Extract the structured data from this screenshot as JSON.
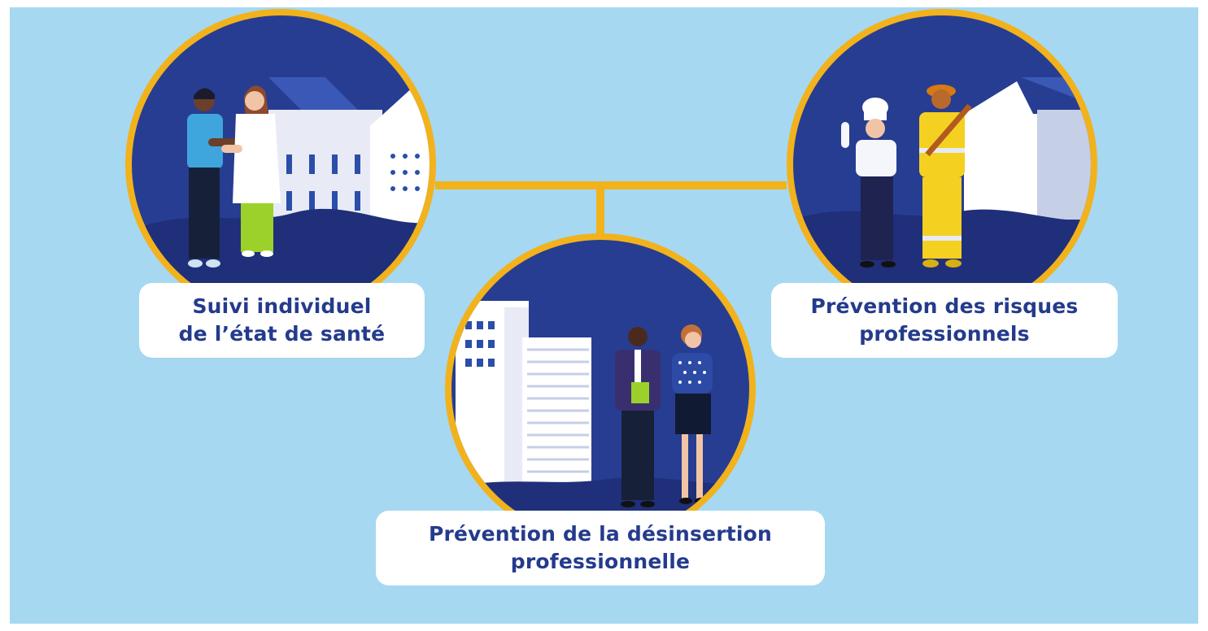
{
  "colors": {
    "background": "#a6d8f2",
    "frame": "#ffffff",
    "connector": "#f2b21c",
    "circle_fill": "#273d92",
    "hill_dark": "#1f2f7a",
    "building_light": "#e8ebf6",
    "building_white": "#ffffff",
    "label_text": "#243b8c",
    "label_background": "#ffffff"
  },
  "topics": [
    {
      "name": "suivi-individuel",
      "label_lines": [
        "Suivi individuel",
        "de l’état de santé"
      ],
      "illustration": "patient-and-doctor-in-front-of-hospital"
    },
    {
      "name": "prevention-risques",
      "label_lines": [
        "Prévention des risques",
        "professionnels"
      ],
      "illustration": "chef-and-firefighter-in-front-of-buildings"
    },
    {
      "name": "prevention-desinsertion",
      "label_lines": [
        "Prévention de la désinsertion",
        "professionnelle"
      ],
      "illustration": "office-workers-in-front-of-towers"
    }
  ]
}
